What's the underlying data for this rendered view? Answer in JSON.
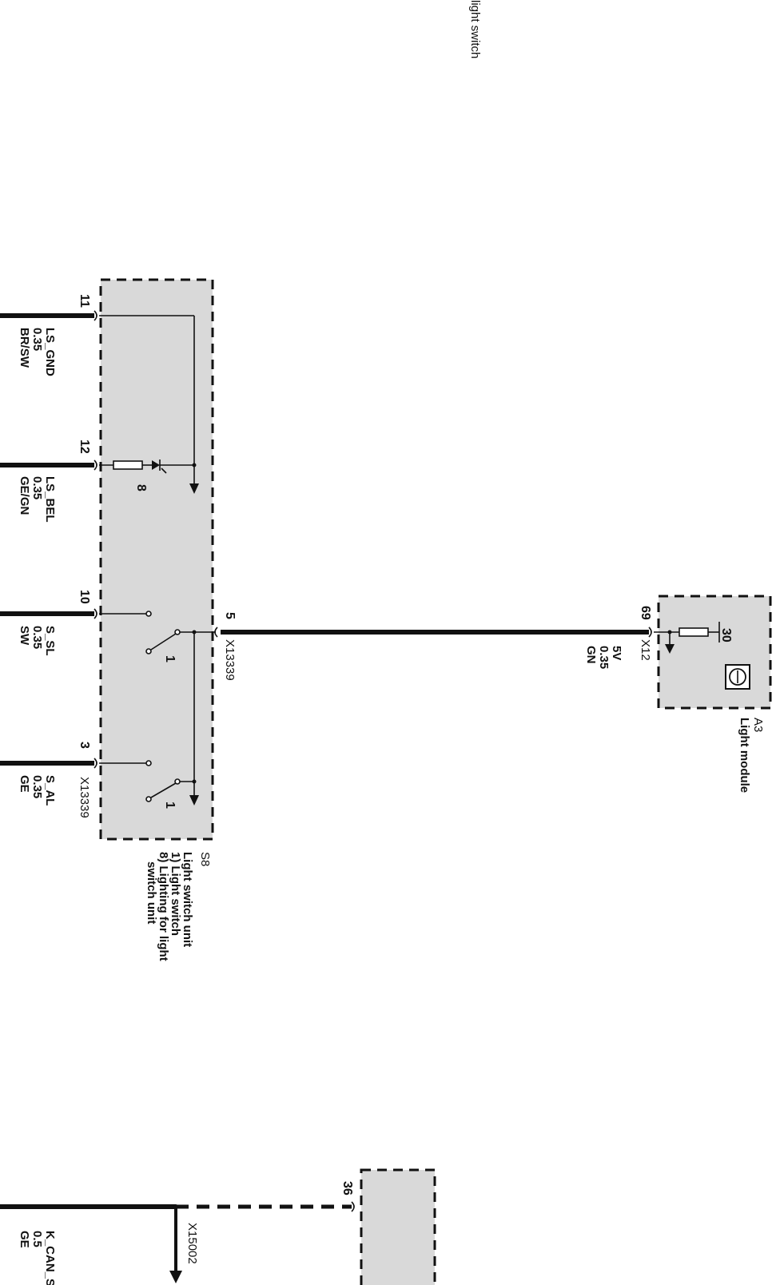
{
  "header": {
    "title": "light switch"
  },
  "s8": {
    "id": "S8",
    "desc": [
      "Light switch unit",
      "1) Light switch",
      "8) Lighting for light",
      "switch unit"
    ],
    "connector": "X13339",
    "output_connector": "X13339",
    "output_pin": "5",
    "switch_label_a": "1",
    "switch_label_b": "1",
    "lamp_label": "8",
    "pins": [
      {
        "pin": "11",
        "signal": "LS_GND",
        "gauge": "0.35",
        "color": "BR/SW"
      },
      {
        "pin": "12",
        "signal": "LS_BEL",
        "gauge": "0.35",
        "color": "GE/GN"
      },
      {
        "pin": "10",
        "signal": "S_SL",
        "gauge": "0.35",
        "color": "SW"
      },
      {
        "pin": "3",
        "signal": "S_AL",
        "gauge": "0.35",
        "color": "GE"
      }
    ]
  },
  "wire_5v": {
    "signal": "5V",
    "gauge": "0.35",
    "color": "GN"
  },
  "a3": {
    "id": "A3",
    "name": "Light module",
    "connector": "X12",
    "pin": "69",
    "internal_label": "30"
  },
  "bottom": {
    "pin": "36",
    "connector": "X15002",
    "signal": "K_CAN_S",
    "gauge": "0.5",
    "color": "GE"
  }
}
